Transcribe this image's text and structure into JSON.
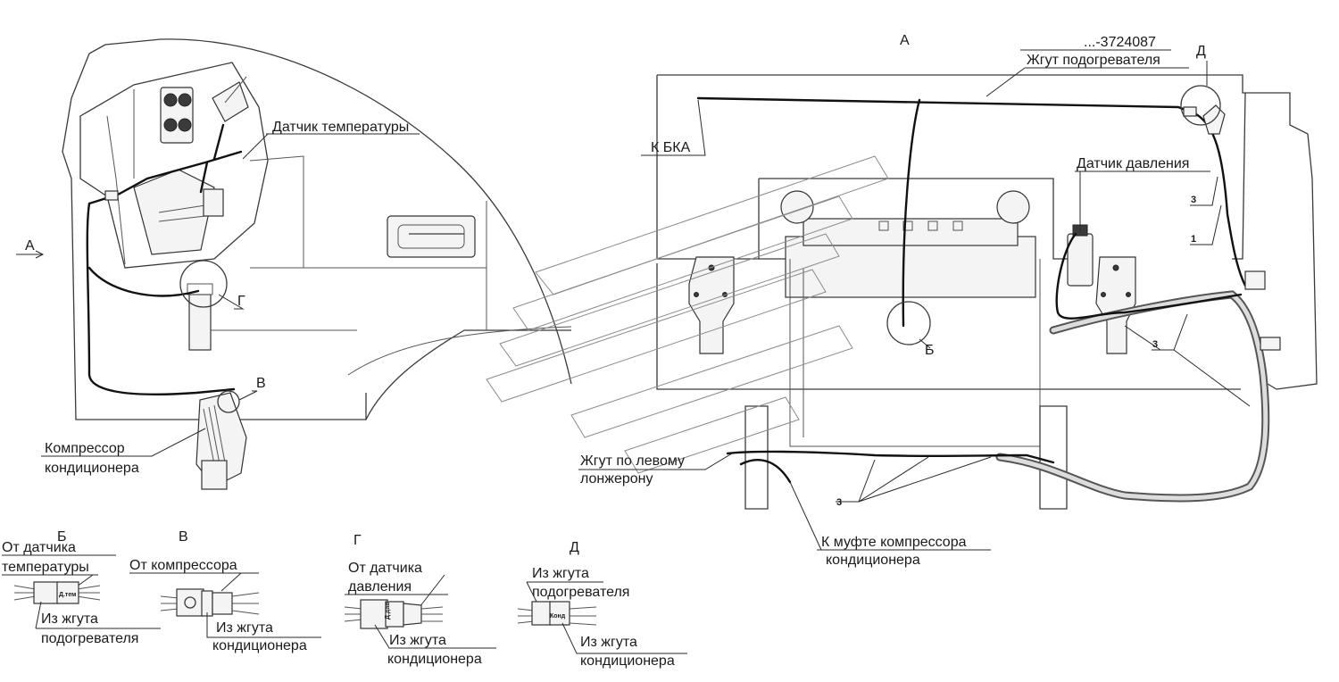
{
  "views": {
    "a": "А",
    "b": "Б",
    "v": "В",
    "g": "Г",
    "d": "Д",
    "a_arrow": "А"
  },
  "labels": {
    "harness_number": "...-3724087",
    "heater_harness": "Жгут подогревателя",
    "to_bka": "К БКА",
    "pressure_sensor": "Датчик давления",
    "temperature_sensor": "Датчик температуры",
    "compressor_line1": "Компрессор",
    "compressor_line2": "кондиционера",
    "left_spar_line1": "Жгут по левому",
    "left_spar_line2": "лонжерону",
    "clutch_line1": "К муфте компрессора",
    "clutch_line2": "кондиционера"
  },
  "positions": {
    "p3_top": "3",
    "p1": "1",
    "p3_right": "3",
    "p3_bottom": "3"
  },
  "details": {
    "b": {
      "title": "Б",
      "from_line1": "От датчика",
      "from_line2": "температуры",
      "to_line1": "Из жгута",
      "to_line2": "подогревателя",
      "marking": "Д.тем"
    },
    "v": {
      "title": "В",
      "from_line1": "От компрессора",
      "to_line1": "Из жгута",
      "to_line2": "кондиционера"
    },
    "g": {
      "title": "Г",
      "from_line1": "От датчика",
      "from_line2": "давления",
      "to_line1": "Из жгута",
      "to_line2": "кондиционера",
      "marking": "Д.дав"
    },
    "d": {
      "title": "Д",
      "from_line1": "Из жгута",
      "from_line2": "подогревателя",
      "to_line1": "Из жгута",
      "to_line2": "кондиционера",
      "marking": "Конд"
    }
  }
}
